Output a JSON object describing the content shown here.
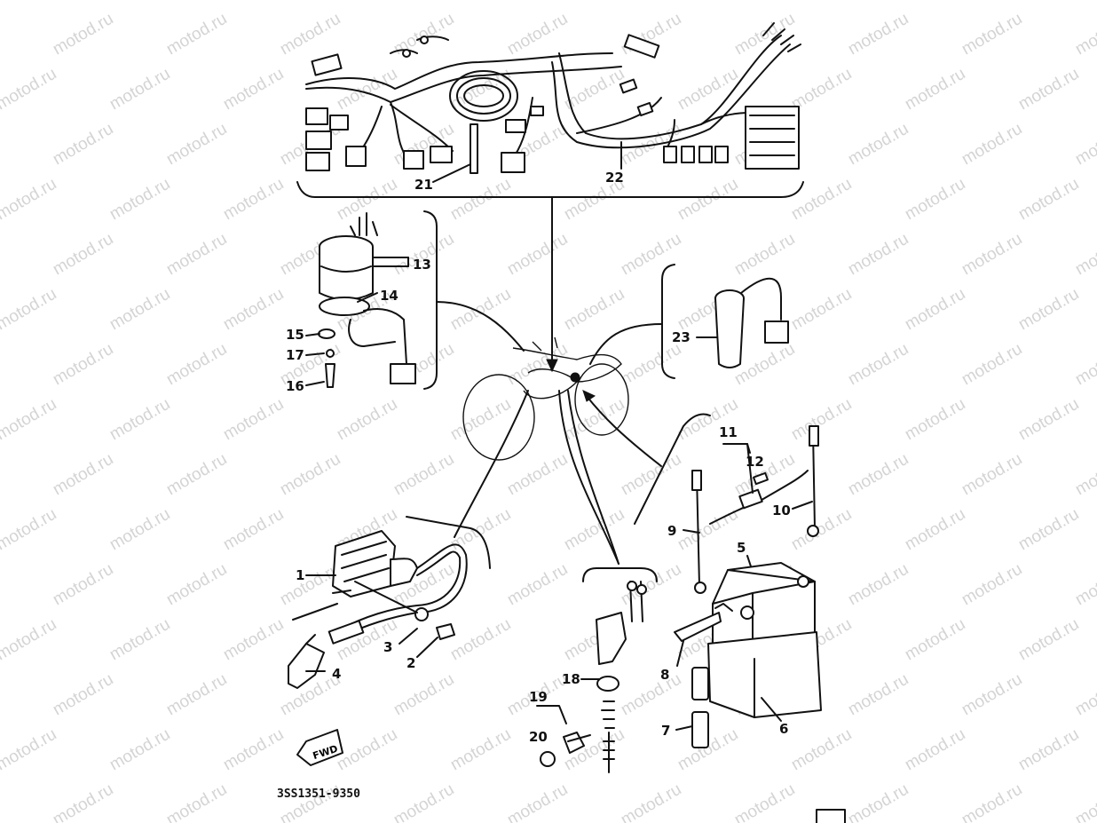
{
  "watermark": "motod.ru",
  "diagram_code": "3SS1351-9350",
  "fwd_label": "FWD",
  "callouts": [
    {
      "id": "c1",
      "text": "1"
    },
    {
      "id": "c2",
      "text": "2"
    },
    {
      "id": "c3",
      "text": "3"
    },
    {
      "id": "c4",
      "text": "4"
    },
    {
      "id": "c5",
      "text": "5"
    },
    {
      "id": "c6",
      "text": "6"
    },
    {
      "id": "c7",
      "text": "7"
    },
    {
      "id": "c8",
      "text": "8"
    },
    {
      "id": "c9",
      "text": "9"
    },
    {
      "id": "c10",
      "text": "10"
    },
    {
      "id": "c11",
      "text": "11"
    },
    {
      "id": "c12",
      "text": "12"
    },
    {
      "id": "c13",
      "text": "13"
    },
    {
      "id": "c14",
      "text": "14"
    },
    {
      "id": "c15",
      "text": "15"
    },
    {
      "id": "c16",
      "text": "16"
    },
    {
      "id": "c17",
      "text": "17"
    },
    {
      "id": "c18",
      "text": "18"
    },
    {
      "id": "c19",
      "text": "19"
    },
    {
      "id": "c20",
      "text": "20"
    },
    {
      "id": "c21",
      "text": "21"
    },
    {
      "id": "c22",
      "text": "22"
    },
    {
      "id": "c23",
      "text": "23"
    }
  ]
}
